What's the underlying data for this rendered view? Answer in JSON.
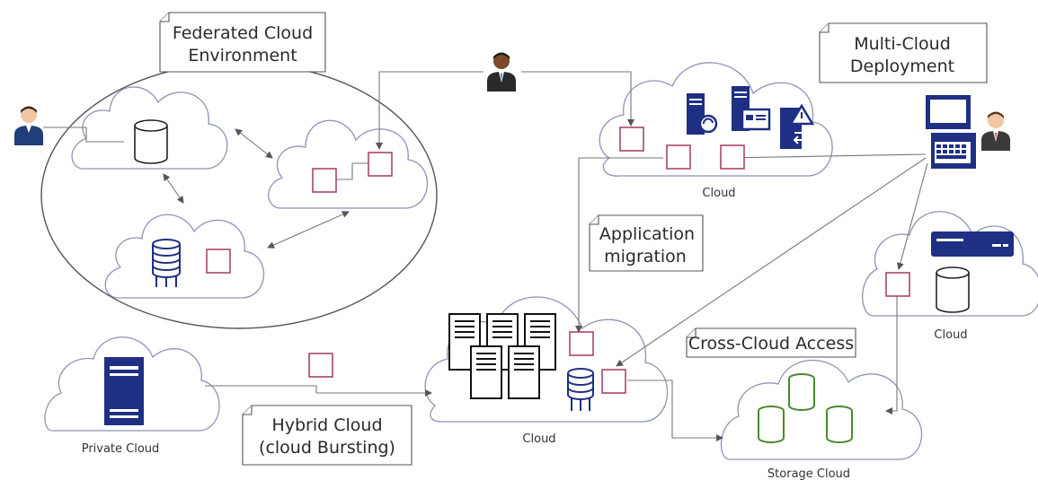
{
  "notes": {
    "federated": [
      "Federated Cloud",
      "Environment"
    ],
    "multicloud": [
      "Multi-Cloud",
      "Deployment"
    ],
    "migration": [
      "Application",
      "migration"
    ],
    "crosscloud": [
      "Cross-Cloud Access"
    ],
    "hybrid": [
      "Hybrid Cloud",
      "(cloud Bursting)"
    ]
  },
  "cloud_labels": {
    "top_cloud": "Cloud",
    "right_cloud": "Cloud",
    "center_cloud": "Cloud",
    "private_cloud": "Private Cloud",
    "storage_cloud": "Storage Cloud"
  },
  "colors": {
    "navy": "#1f2f84",
    "square_border": "#a33a5c",
    "storage_green": "#4a8a2c",
    "cloud_outline": "#8e94b4"
  }
}
